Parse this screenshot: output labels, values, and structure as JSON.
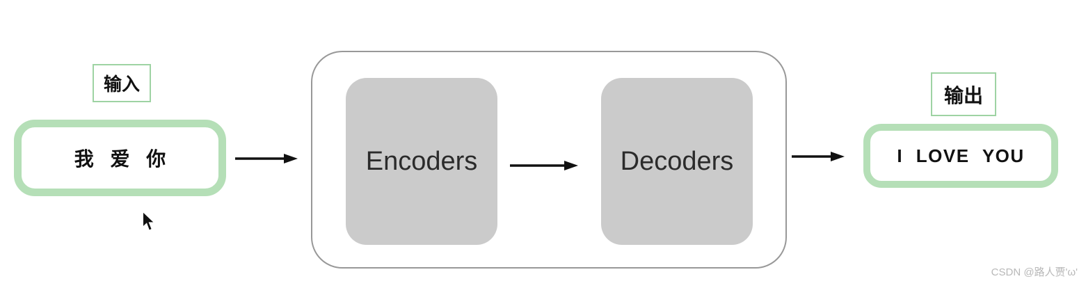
{
  "labels": {
    "input_tag": "输入",
    "output_tag": "输出"
  },
  "nodes": {
    "input_text": "我 爱 你",
    "encoder": "Encoders",
    "decoder": "Decoders",
    "output_text": "I LOVE YOU"
  },
  "watermark": "CSDN @路人贾'ω'",
  "colors": {
    "green_border": "#b5dfb7",
    "green_label_border": "#9ed3a3",
    "gray_box": "#cbcbcb",
    "container_border": "#989898",
    "arrow": "#111111",
    "watermark": "#b8b8b8"
  }
}
